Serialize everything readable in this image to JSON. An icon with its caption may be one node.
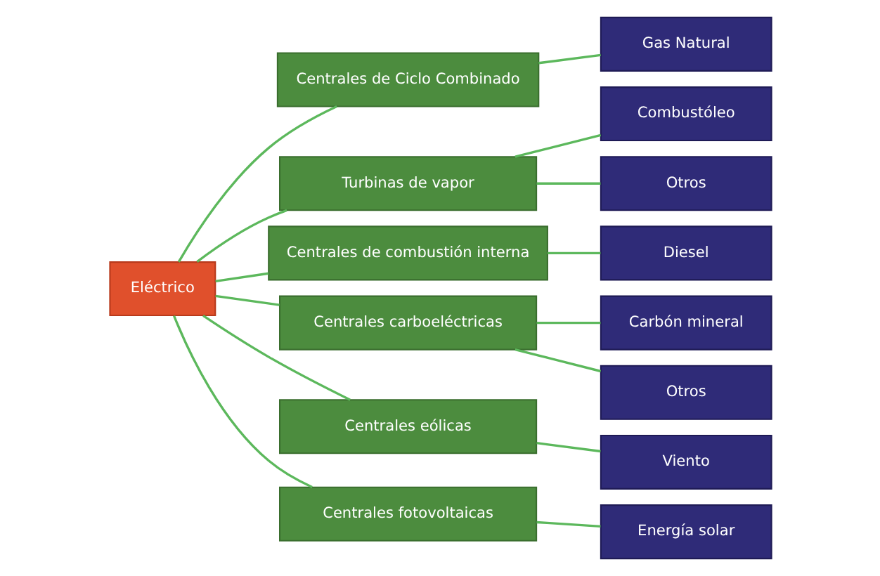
{
  "diagram": {
    "nodes": [
      {
        "text": [
          "Eléctrico"
        ]
      },
      {
        "text": [
          "Centrales de Ciclo Combinado"
        ]
      },
      {
        "text": [
          "Gas Natural"
        ]
      },
      {
        "text": [
          "Turbinas de vapor"
        ]
      },
      {
        "text": [
          "Combustóleo"
        ]
      },
      {
        "text": [
          "Otros"
        ]
      },
      {
        "text": [
          "Centrales de combustión interna"
        ]
      },
      {
        "text": [
          "Diesel"
        ]
      },
      {
        "text": [
          "Centrales carboeléctricas"
        ]
      },
      {
        "text": [
          "Carbón mineral"
        ]
      },
      {
        "text": [
          "Otros"
        ]
      },
      {
        "text": [
          "Centrales eólicas"
        ]
      },
      {
        "text": [
          "Viento"
        ]
      },
      {
        "text": [
          "Centrales fotovoltaicas"
        ]
      },
      {
        "text": [
          "Energía solar"
        ]
      }
    ],
    "edges": [
      {
        "from": 0,
        "to": 1,
        "arrow": "none"
      },
      {
        "from": 0,
        "to": 3,
        "arrow": "none"
      },
      {
        "from": 0,
        "to": 6,
        "arrow": "none"
      },
      {
        "from": 0,
        "to": 8,
        "arrow": "none"
      },
      {
        "from": 0,
        "to": 11,
        "arrow": "none"
      },
      {
        "from": 0,
        "to": 13,
        "arrow": "none"
      },
      {
        "from": 1,
        "to": 2,
        "arrow": "none"
      },
      {
        "from": 3,
        "to": 4,
        "arrow": "none"
      },
      {
        "from": 3,
        "to": 5,
        "arrow": "none"
      },
      {
        "from": 6,
        "to": 7,
        "arrow": "none"
      },
      {
        "from": 8,
        "to": 9,
        "arrow": "none"
      },
      {
        "from": 8,
        "to": 10,
        "arrow": "none"
      },
      {
        "from": 11,
        "to": 12,
        "arrow": "none"
      },
      {
        "from": 13,
        "to": 14,
        "arrow": "none"
      }
    ]
  }
}
